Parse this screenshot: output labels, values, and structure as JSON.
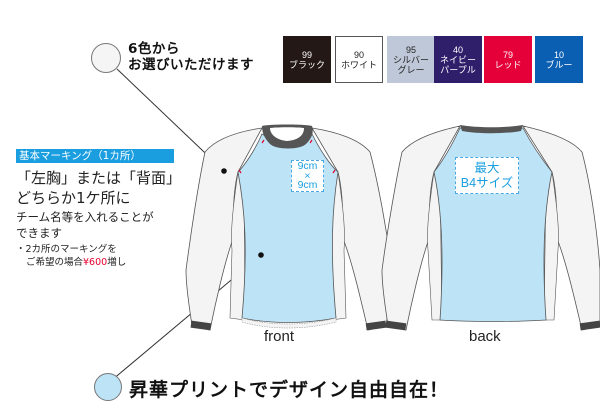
{
  "top_callout": {
    "line1": "6色から",
    "line2": "お選びいただけます"
  },
  "color_swatches": [
    {
      "code": "99",
      "name": "ブラック",
      "color": "#231815",
      "light": false
    },
    {
      "code": "90",
      "name": "ホワイト",
      "color": "#ffffff",
      "light": true
    },
    {
      "code": "95",
      "name": "シルバーグレー",
      "name_lines": [
        "シルバー",
        "グレー"
      ],
      "color": "#bfc8d8",
      "light": true
    },
    {
      "code": "40",
      "name": "ネイビーパープル",
      "name_lines": [
        "ネイビー",
        "パープル"
      ],
      "color": "#2f1f6b",
      "light": false
    },
    {
      "code": "79",
      "name": "レッド",
      "color": "#e5003a",
      "light": false
    },
    {
      "code": "10",
      "name": "ブルー",
      "color": "#0b5fb3",
      "light": false
    }
  ],
  "marking": {
    "tag": "基本マーキング（1カ所）",
    "line1": "「左胸」または「背面」",
    "line2": "どちらか1ケ所に",
    "line3": "チーム名等を入れることが",
    "line4": "できます",
    "note_line1": "・2カ所のマーキングを",
    "note_line2_prefix": "ご希望の場合",
    "note_price": "¥600",
    "note_line2_suffix": "増し"
  },
  "front": {
    "caption": "front",
    "chest_label_line1": "9cm",
    "chest_label_line2": "×",
    "chest_label_line3": "9cm"
  },
  "back": {
    "caption": "back",
    "label_line1": "最大",
    "label_line2": "B4サイズ"
  },
  "bottom_callout": {
    "text": "昇華プリントでデザイン自由自在！"
  },
  "colors": {
    "body_fill": "#bde3f7",
    "sleeve_fill": "#f4f4f4",
    "collar": "#555555",
    "accent_blue": "#1a9ee0",
    "price_red": "#e5002d"
  }
}
